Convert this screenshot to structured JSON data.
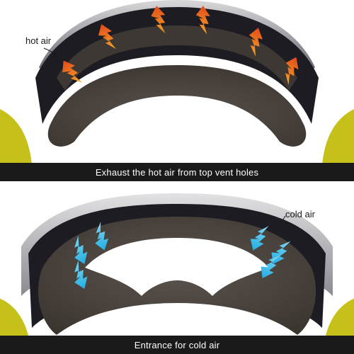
{
  "annotations": {
    "hot_air_label": "hot air",
    "cold_air_label": "cold air"
  },
  "banners": {
    "top": "Exhaust the hot air from top vent holes",
    "bottom": "Entrance for cold air"
  },
  "colors": {
    "hot_arrow": "#f08a1e",
    "hot_arrow_top": "#e8541c",
    "cold_arrow": "#2fb8e8",
    "cold_arrow_light": "#74d3f2",
    "strap": "#cbc61a",
    "frame": "#1c1c22",
    "foam": "#4e4640",
    "banner": "#1a1a1a"
  },
  "icons": {
    "hot_arrows": "orange-zigzag-up-arrow",
    "cold_arrows": "blue-zigzag-down-arrow"
  }
}
